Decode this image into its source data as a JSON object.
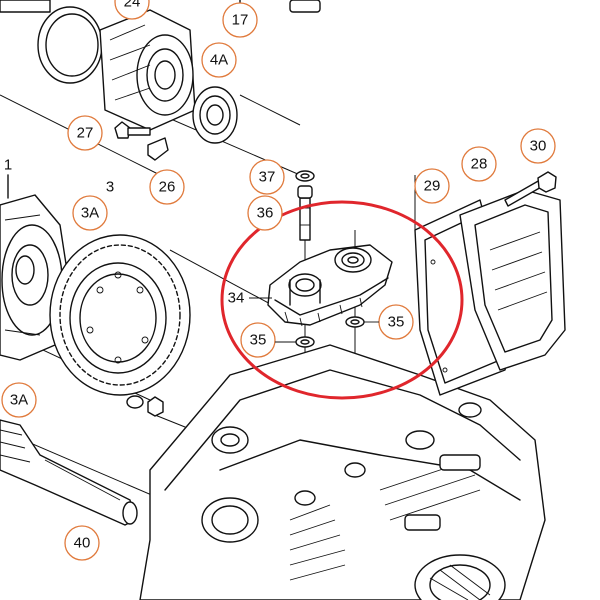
{
  "diagram": {
    "highlight_color": "#e0262c",
    "callout_color": "#e07a3c",
    "callouts": [
      "24",
      "17",
      "4A",
      "27",
      "26",
      "3",
      "3A",
      "3A",
      "40",
      "37",
      "36",
      "34",
      "35",
      "35",
      "29",
      "28",
      "30"
    ],
    "plain_labels": [
      "1"
    ]
  }
}
